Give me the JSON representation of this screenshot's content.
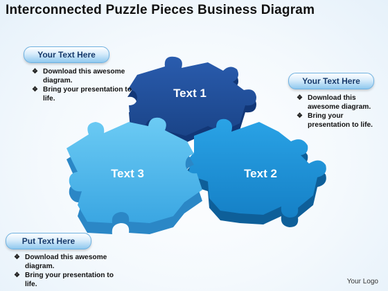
{
  "title": "Interconnected Puzzle Pieces Business Diagram",
  "pieces": [
    {
      "label": "Text 1",
      "color": "#1f4f9c"
    },
    {
      "label": "Text 2",
      "color": "#1a8fd6"
    },
    {
      "label": "Text 3",
      "color": "#49b5ea"
    }
  ],
  "callouts": {
    "left_top": {
      "heading": "Your Text Here",
      "bullets": [
        "Download this awesome diagram.",
        "Bring your presentation to life."
      ]
    },
    "right": {
      "heading": "Your Text Here",
      "bullets": [
        "Download this awesome diagram.",
        "Bring your presentation to life."
      ]
    },
    "left_bottom": {
      "heading": "Put Text Here",
      "bullets": [
        "Download this awesome diagram.",
        "Bring your presentation to life."
      ]
    }
  },
  "bullet_marker": "❖",
  "logo": "Your Logo"
}
